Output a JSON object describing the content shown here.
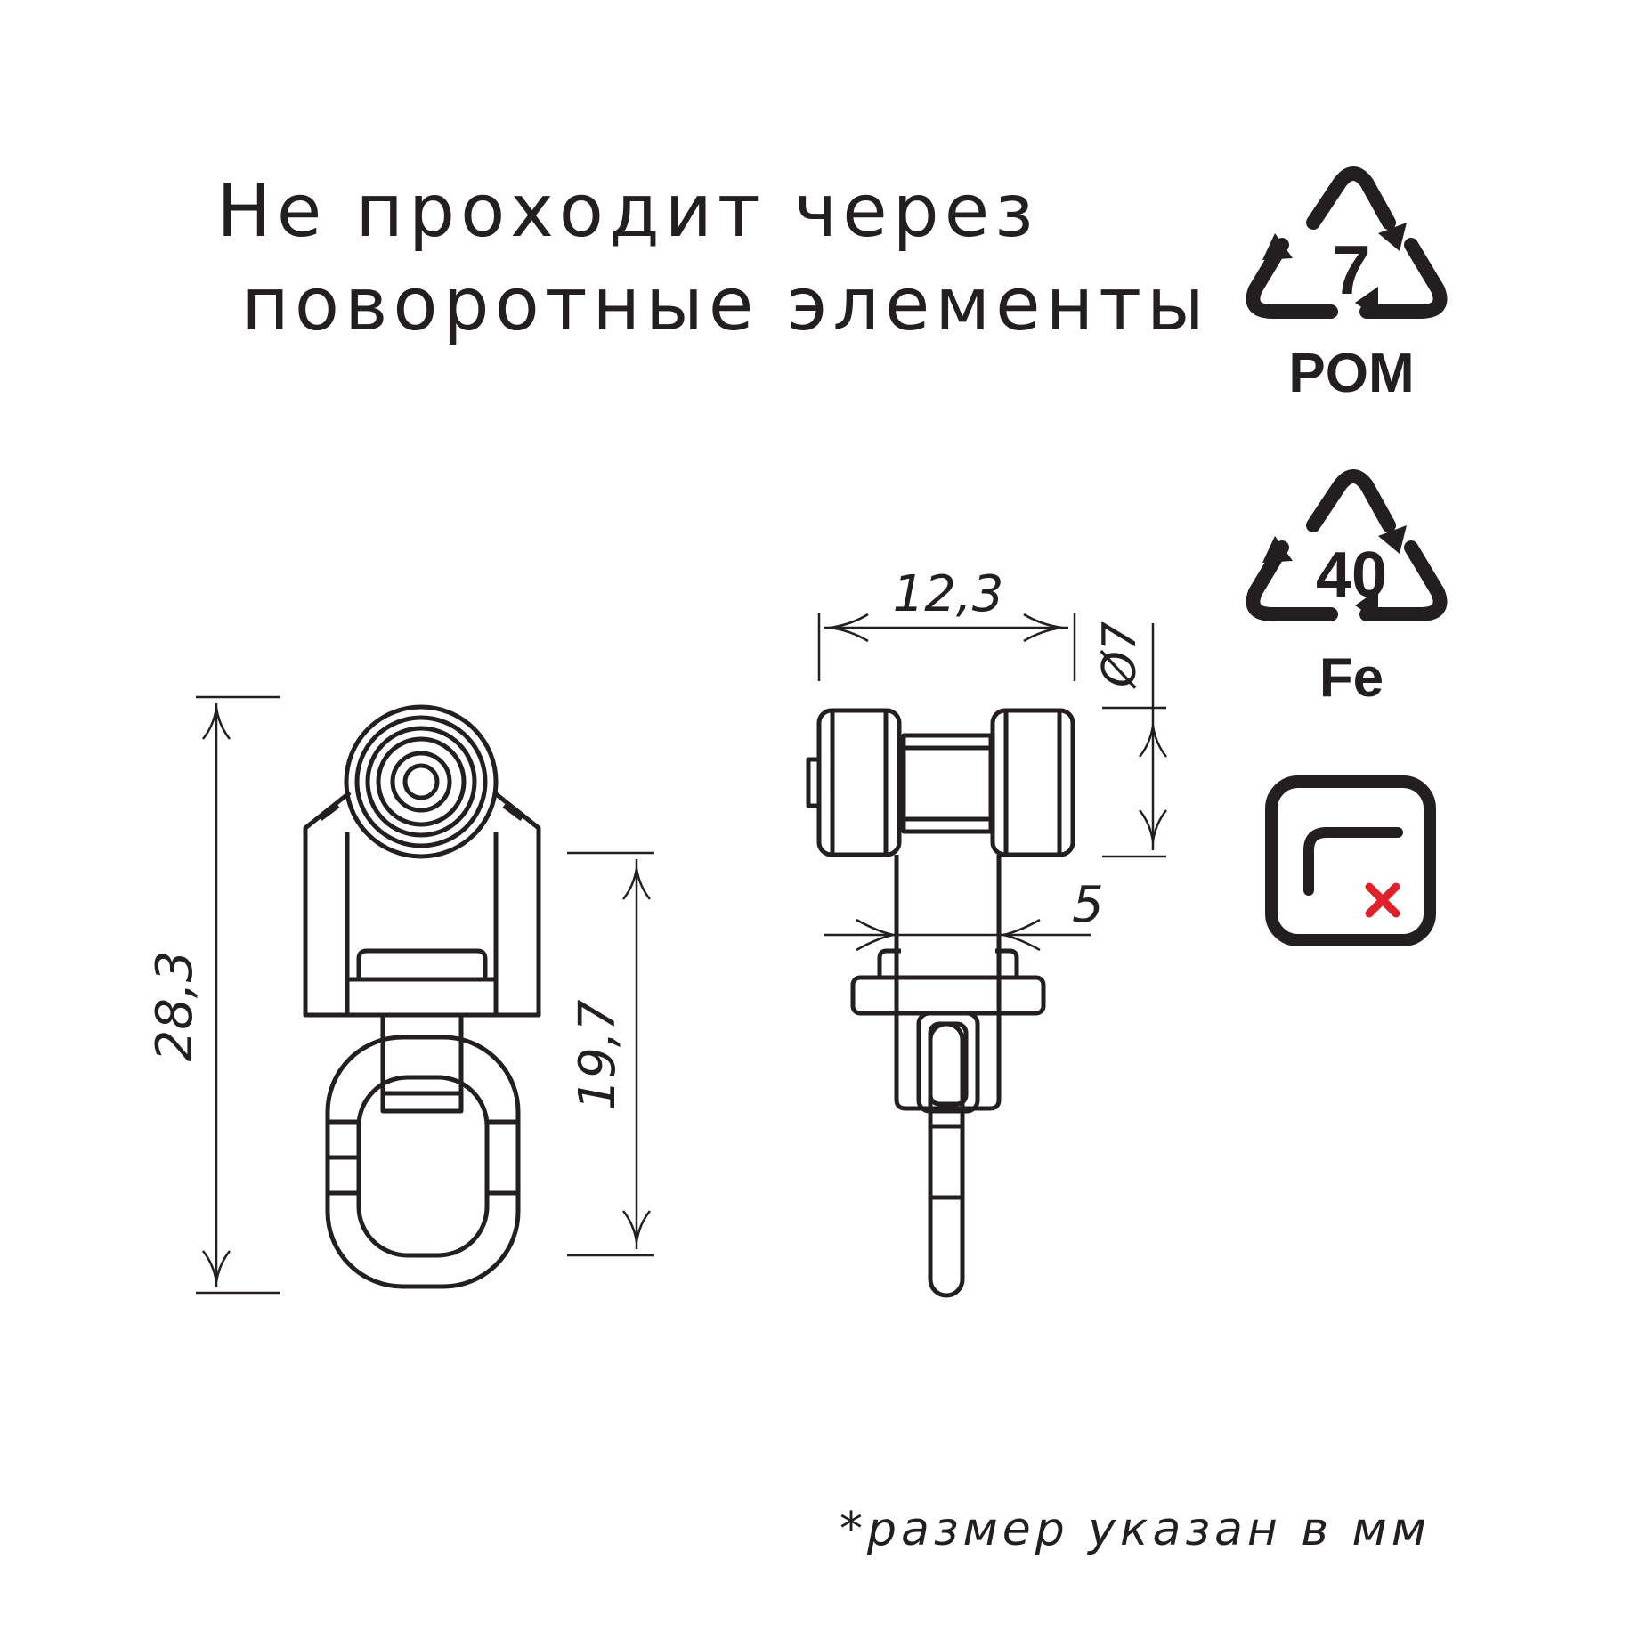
{
  "heading": {
    "line1": "Не проходит через",
    "line2": "поворотные элементы"
  },
  "badges": {
    "pom": {
      "code": "7",
      "label": "POM"
    },
    "fe": {
      "code": "40",
      "label": "Fe"
    },
    "no_turn_icon": "corner-not-allowed-icon",
    "cross_color": "#e0202a"
  },
  "dimensions": {
    "height_total": "28,3",
    "height_body": "19,7",
    "width": "12,3",
    "wheel_diameter": "Ø7",
    "slot": "5"
  },
  "footnote": "*размер указан в мм",
  "colors": {
    "line": "#231f20",
    "background": "#ffffff"
  }
}
